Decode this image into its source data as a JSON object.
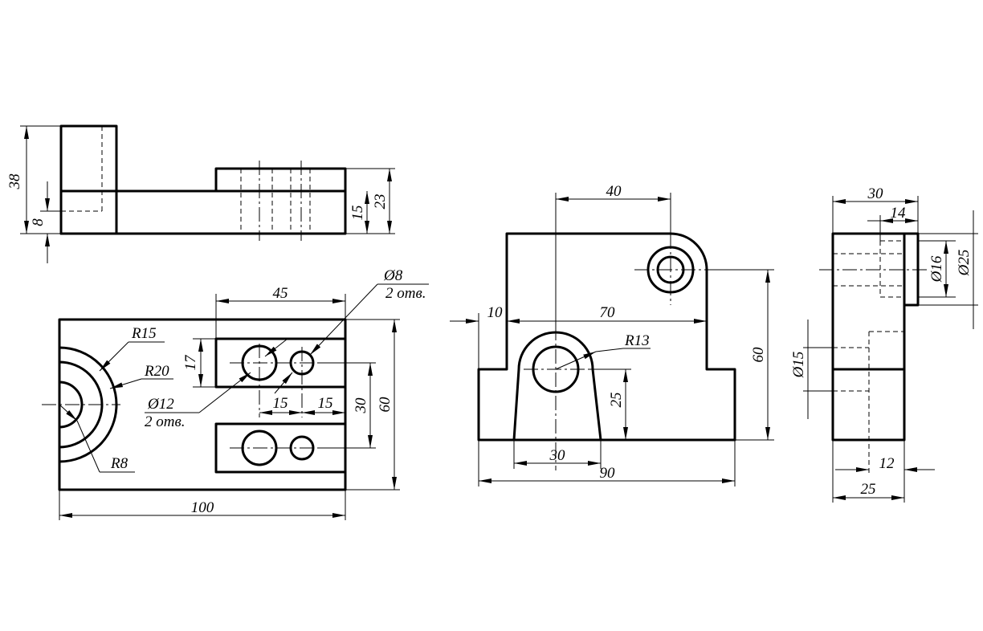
{
  "drawing": {
    "top_view": {
      "dims": {
        "h38": "38",
        "h8": "8",
        "h15": "15",
        "h23": "23"
      }
    },
    "plan_view": {
      "dims": {
        "w45": "45",
        "d17": "17",
        "w100": "100",
        "h60": "60",
        "h30": "30",
        "s15a": "15",
        "s15b": "15"
      },
      "notes": {
        "r15": "R15",
        "r20": "R20",
        "r8": "R8",
        "d12": "Ø12",
        "d12_holes": "2 отв.",
        "d8": "Ø8",
        "d8_holes": "2 отв."
      }
    },
    "front_view": {
      "dims": {
        "w40": "40",
        "w10": "10",
        "w70": "70",
        "h60": "60",
        "h25": "25",
        "w30": "30",
        "w90": "90"
      },
      "notes": {
        "r13": "R13"
      }
    },
    "side_view": {
      "dims": {
        "w30": "30",
        "w14": "14",
        "d16": "Ø16",
        "d25": "Ø25",
        "d15": "Ø15",
        "w12": "12",
        "w25": "25"
      }
    }
  }
}
